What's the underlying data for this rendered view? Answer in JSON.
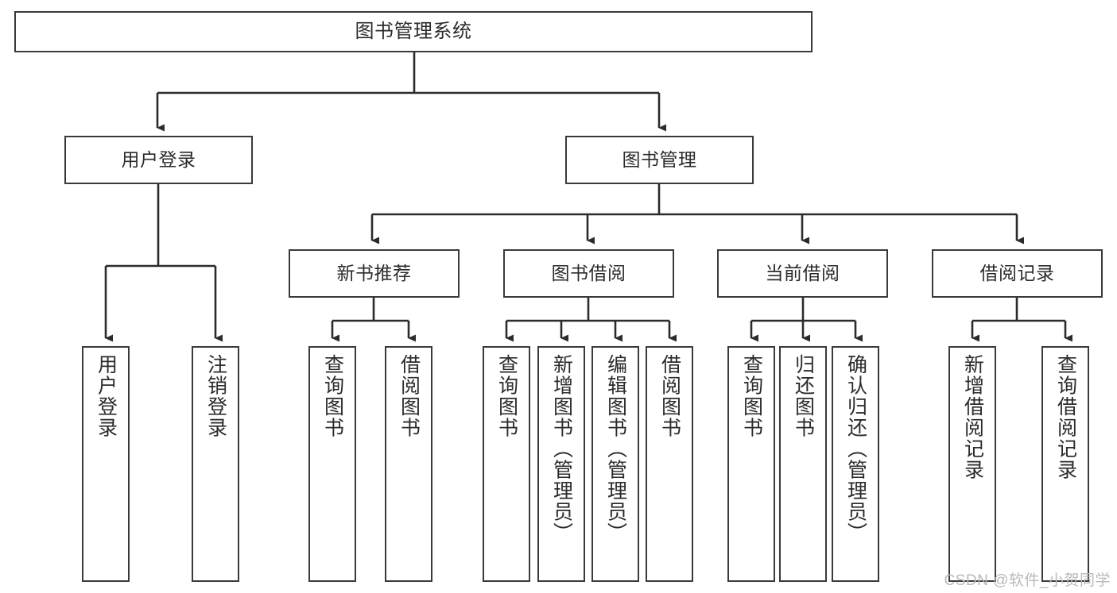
{
  "diagram": {
    "type": "tree-hierarchy",
    "title": "图书管理系统",
    "orientation": "top-down",
    "colors": {
      "box_border": "#3a3a3a",
      "box_fill": "#ffffff",
      "edge": "#2b2b2b",
      "text": "#2b2b2b",
      "watermark": "#b9b9b9",
      "background": "#ffffff"
    }
  },
  "root": {
    "label": "图书管理系统"
  },
  "tier2": [
    {
      "label": "用户登录"
    },
    {
      "label": "图书管理"
    }
  ],
  "tier3": [
    {
      "label": "新书推荐"
    },
    {
      "label": "图书借阅"
    },
    {
      "label": "当前借阅"
    },
    {
      "label": "借阅记录"
    }
  ],
  "leaves": {
    "user_login": [
      {
        "label": "用户登录"
      },
      {
        "label": "注销登录"
      }
    ],
    "new_book": [
      {
        "label": "查询图书"
      },
      {
        "label": "借阅图书"
      }
    ],
    "book_borrow": [
      {
        "label": "查询图书"
      },
      {
        "label": "新增图书（管理员）"
      },
      {
        "label": "编辑图书（管理员）"
      },
      {
        "label": "借阅图书"
      }
    ],
    "current_borrow": [
      {
        "label": "查询图书"
      },
      {
        "label": "归还图书"
      },
      {
        "label": "确认归还（管理员）"
      }
    ],
    "borrow_record": [
      {
        "label": "新增借阅记录"
      },
      {
        "label": "查询借阅记录"
      }
    ]
  },
  "watermark": {
    "text": "CSDN @软件_小贺同学"
  }
}
